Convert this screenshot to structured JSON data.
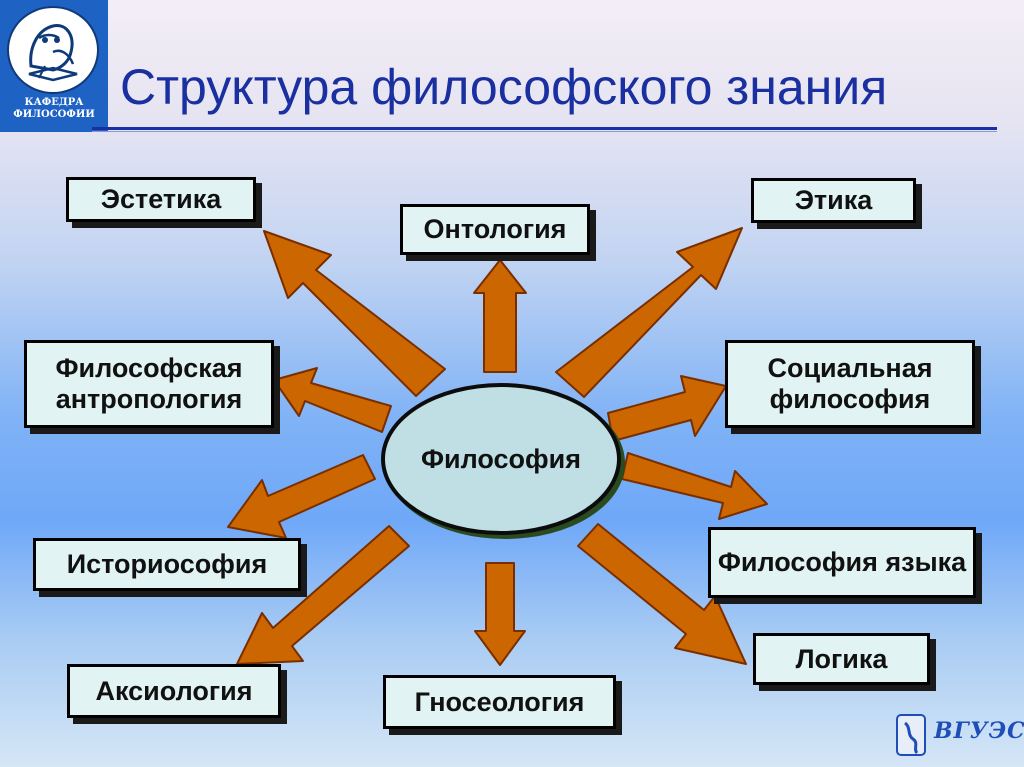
{
  "title": "Структура философского знания",
  "logo": {
    "line1": "КАФЕДРА",
    "line2": "ФИЛОСОФИИ"
  },
  "center": "Философия",
  "nodes": {
    "estetika": "Эстетика",
    "ontologiya": "Онтология",
    "etika": "Этика",
    "antropologiya": "Философская антропология",
    "socialnaya": "Социальная философия",
    "istoriosofiya": "Историософия",
    "filosofiya_yazyka": "Философия языка",
    "aksiologiya": "Аксиология",
    "gnoseologiya": "Гносеология",
    "logika": "Логика"
  },
  "footer_logo_text": "ВГУЭС",
  "colors": {
    "arrow_fill": "#cc6600",
    "box_fill": "#e2f3f3",
    "center_fill": "#bfdfe4",
    "title": "#1a2fa0"
  }
}
